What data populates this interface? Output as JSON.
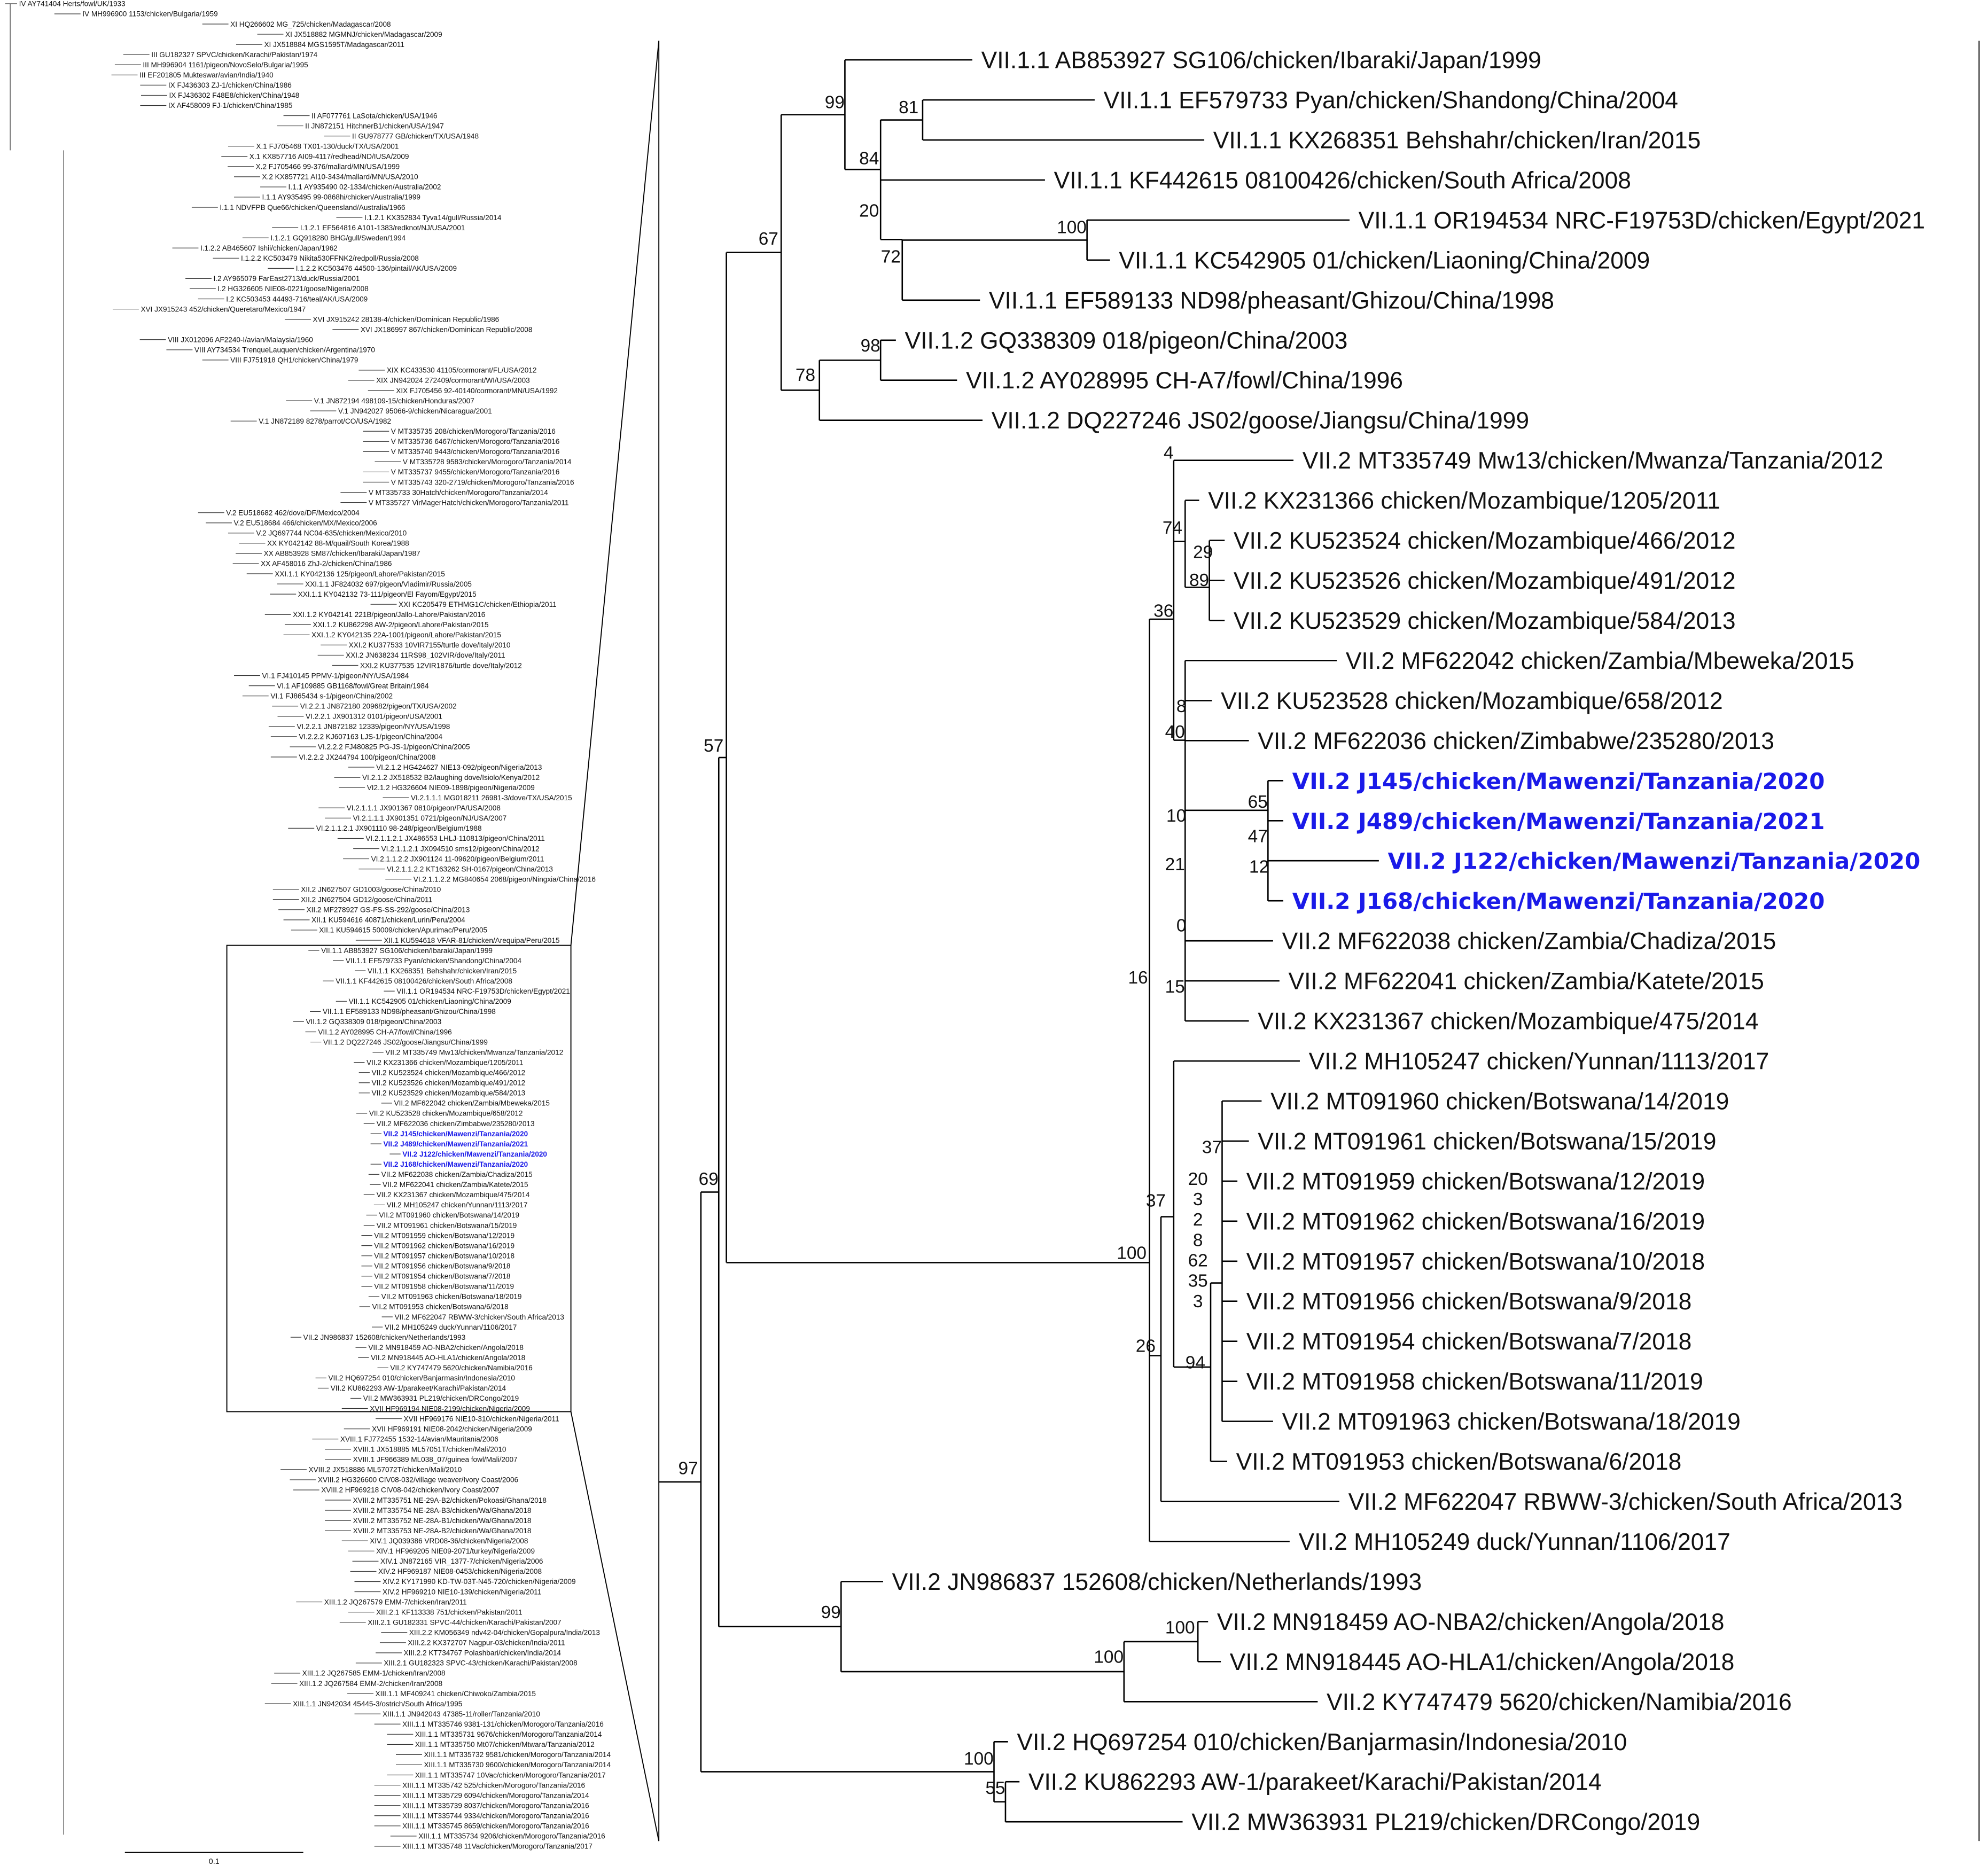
{
  "colors": {
    "highlight": "#1a1ae8",
    "branch": "#000000"
  },
  "right_panel": {
    "taxa": [
      {
        "label": "VII.1.1 AB853927 SG106/chicken/Ibaraki/Japan/1999",
        "highlight": false
      },
      {
        "label": "VII.1.1 EF579733 Pyan/chicken/Shandong/China/2004",
        "highlight": false
      },
      {
        "label": "VII.1.1 KX268351 Behshahr/chicken/Iran/2015",
        "highlight": false
      },
      {
        "label": "VII.1.1 KF442615 08100426/chicken/South Africa/2008",
        "highlight": false
      },
      {
        "label": "VII.1.1 OR194534 NRC-F19753D/chicken/Egypt/2021",
        "highlight": false
      },
      {
        "label": "VII.1.1 KC542905 01/chicken/Liaoning/China/2009",
        "highlight": false
      },
      {
        "label": "VII.1.1 EF589133 ND98/pheasant/Ghizou/China/1998",
        "highlight": false
      },
      {
        "label": "VII.1.2 GQ338309 018/pigeon/China/2003",
        "highlight": false
      },
      {
        "label": "VII.1.2 AY028995 CH-A7/fowl/China/1996",
        "highlight": false
      },
      {
        "label": "VII.1.2 DQ227246 JS02/goose/Jiangsu/China/1999",
        "highlight": false
      },
      {
        "label": "VII.2 MT335749 Mw13/chicken/Mwanza/Tanzania/2012",
        "highlight": false
      },
      {
        "label": "VII.2 KX231366 chicken/Mozambique/1205/2011",
        "highlight": false
      },
      {
        "label": "VII.2 KU523524 chicken/Mozambique/466/2012",
        "highlight": false
      },
      {
        "label": "VII.2 KU523526 chicken/Mozambique/491/2012",
        "highlight": false
      },
      {
        "label": "VII.2 KU523529 chicken/Mozambique/584/2013",
        "highlight": false
      },
      {
        "label": "VII.2 MF622042 chicken/Zambia/Mbeweka/2015",
        "highlight": false
      },
      {
        "label": "VII.2 KU523528 chicken/Mozambique/658/2012",
        "highlight": false
      },
      {
        "label": "VII.2 MF622036 chicken/Zimbabwe/235280/2013",
        "highlight": false
      },
      {
        "label": "VII.2 J145/chicken/Mawenzi/Tanzania/2020",
        "highlight": true
      },
      {
        "label": "VII.2 J489/chicken/Mawenzi/Tanzania/2021",
        "highlight": true
      },
      {
        "label": "VII.2 J122/chicken/Mawenzi/Tanzania/2020",
        "highlight": true
      },
      {
        "label": "VII.2 J168/chicken/Mawenzi/Tanzania/2020",
        "highlight": true
      },
      {
        "label": "VII.2 MF622038 chicken/Zambia/Chadiza/2015",
        "highlight": false
      },
      {
        "label": "VII.2 MF622041 chicken/Zambia/Katete/2015",
        "highlight": false
      },
      {
        "label": "VII.2 KX231367 chicken/Mozambique/475/2014",
        "highlight": false
      },
      {
        "label": "VII.2 MH105247 chicken/Yunnan/1113/2017",
        "highlight": false
      },
      {
        "label": "VII.2 MT091960 chicken/Botswana/14/2019",
        "highlight": false
      },
      {
        "label": "VII.2 MT091961 chicken/Botswana/15/2019",
        "highlight": false
      },
      {
        "label": "VII.2 MT091959 chicken/Botswana/12/2019",
        "highlight": false
      },
      {
        "label": "VII.2 MT091962 chicken/Botswana/16/2019",
        "highlight": false
      },
      {
        "label": "VII.2 MT091957 chicken/Botswana/10/2018",
        "highlight": false
      },
      {
        "label": "VII.2 MT091956 chicken/Botswana/9/2018",
        "highlight": false
      },
      {
        "label": "VII.2 MT091954 chicken/Botswana/7/2018",
        "highlight": false
      },
      {
        "label": "VII.2 MT091958 chicken/Botswana/11/2019",
        "highlight": false
      },
      {
        "label": "VII.2 MT091963 chicken/Botswana/18/2019",
        "highlight": false
      },
      {
        "label": "VII.2 MT091953 chicken/Botswana/6/2018",
        "highlight": false
      },
      {
        "label": "VII.2 MF622047 RBWW-3/chicken/South Africa/2013",
        "highlight": false
      },
      {
        "label": "VII.2 MH105249 duck/Yunnan/1106/2017",
        "highlight": false
      },
      {
        "label": "VII.2 JN986837 152608/chicken/Netherlands/1993",
        "highlight": false
      },
      {
        "label": "VII.2 MN918459 AO-NBA2/chicken/Angola/2018",
        "highlight": false
      },
      {
        "label": "VII.2 MN918445 AO-HLA1/chicken/Angola/2018",
        "highlight": false
      },
      {
        "label": "VII.2 KY747479 5620/chicken/Namibia/2016",
        "highlight": false
      },
      {
        "label": "VII.2 HQ697254 010/chicken/Banjarmasin/Indonesia/2010",
        "highlight": false
      },
      {
        "label": "VII.2 KU862293 AW-1/parakeet/Karachi/Pakistan/2014",
        "highlight": false
      },
      {
        "label": "VII.2 MW363931 PL219/chicken/DRCongo/2019",
        "highlight": false
      }
    ],
    "support_values": [
      "99",
      "81",
      "84",
      "20",
      "72",
      "100",
      "67",
      "98",
      "78",
      "57",
      "4",
      "74",
      "29",
      "89",
      "36",
      "8",
      "40",
      "10",
      "65",
      "47",
      "12",
      "21",
      "0",
      "15",
      "16",
      "37",
      "37",
      "20",
      "3",
      "2",
      "8",
      "62",
      "35",
      "3",
      "100",
      "26",
      "94",
      "69",
      "97",
      "99",
      "100",
      "100",
      "100",
      "55"
    ]
  },
  "left_panel": {
    "scale_bar": "0.1",
    "taxa": [
      "IV AY741404 Herts/fowl/UK/1933",
      "IV MH996900 1153/chicken/Bulgaria/1959",
      "XI HQ266602 MG_725/chicken/Madagascar/2008",
      "XI JX518882 MGMNJ/chicken/Madagascar/2009",
      "XI JX518884 MGS1595T/Madagascar/2011",
      "III GU182327 SPVC/chicken/Karachi/Pakistan/1974",
      "III MH996904 1161/pigeon/NovoSelo/Bulgaria/1995",
      "III EF201805 Mukteswar/avian/India/1940",
      "IX FJ436303 ZJ-1/chicken/China/1986",
      "IX FJ436302 F48E8/chicken/China/1948",
      "IX AF458009 FJ-1/chicken/China/1985",
      "II AF077761 LaSota/chicken/USA/1946",
      "II JN872151 HitchnerB1/chicken/USA/1947",
      "II GU978777 GB/chicken/TX/USA/1948",
      "X.1 FJ705468 TX01-130/duck/TX/USA/2001",
      "X.1 KX857716 AI09-4117/redhead/ND/IUSA/2009",
      "X.2 FJ705466 99-376/mallard/MN/USA/1999",
      "X.2 KX857721 AI10-3434/mallard/MN/USA/2010",
      "I.1.1 AY935490 02-1334/chicken/Australia/2002",
      "I.1.1 AY935495 99-0868hi/chicken/Australia/1999",
      "I.1.1 NDVFPB Que66/chicken/Queensland/Australia/1966",
      "I.1.2.1 KX352834 Tyva14/gull/Russia/2014",
      "I.1.2.1 EF564816 A101-1383/redknot/NJ/USA/2001",
      "I.1.2.1 GQ918280 BHG/gull/Sweden/1994",
      "I.1.2.2 AB465607 Ishii/chicken/Japan/1962",
      "I.1.2.2 KC503479 Nikita530FFNK2/redpoll/Russia/2008",
      "I.1.2.2 KC503476 44500-136/pintail/AK/USA/2009",
      "I.2 AY965079 FarEast2713/duck/Russia/2001",
      "I.2 HG326605 NIE08-0221/goose/Nigeria/2008",
      "I.2 KC503453 44493-716/teal/AK/USA/2009",
      "XVI JX915243 452/chicken/Queretaro/Mexico/1947",
      "XVI JX915242 28138-4/chicken/Dominican Republic/1986",
      "XVI JX186997 867/chicken/Dominican Republic/2008",
      "VIII JX012096 AF2240-I/avian/Malaysia/1960",
      "VIII AY734534 TrenqueLauquen/chicken/Argentina/1970",
      "VIII FJ751918 QH1/chicken/China/1979",
      "XIX KC433530 41105/cormorant/FL/USA/2012",
      "XIX JN942024 272409/cormorant/WI/USA/2003",
      "XIX FJ705456 92-40140/cormorant/MN/USA/1992",
      "V.1 JN872194 498109-15/chicken/Honduras/2007",
      "V.1 JN942027 95066-9/chicken/Nicaragua/2001",
      "V.1 JN872189 8278/parrot/CO/USA/1982",
      "V MT335735 208/chicken/Morogoro/Tanzania/2016",
      "V MT335736 6467/chicken/Morogoro/Tanzania/2016",
      "V MT335740 9443/chicken/Morogoro/Tanzania/2016",
      "V MT335728 9583/chicken/Morogoro/Tanzania/2014",
      "V MT335737 9455/chicken/Morogoro/Tanzania/2016",
      "V MT335743 320-2719/chicken/Morogoro/Tanzania/2016",
      "V MT335733 30Hatch/chicken/Morogoro/Tanzania/2014",
      "V MT335727 VirMagerHatch/chicken/Morogoro/Tanzania/2011",
      "V.2 EU518682 462/dove/DF/Mexico/2004",
      "V.2 EU518684 466/chicken/MX/Mexico/2006",
      "V.2 JQ697744 NC04-635/chicken/Mexico/2010",
      "XX KY042142 88-M/quail/South Korea/1988",
      "XX AB853928 SM87/chicken/Ibaraki/Japan/1987",
      "XX AF458016 ZhJ-2/chicken/China/1986",
      "XXI.1.1 KY042136 125/pigeon/Lahore/Pakistan/2015",
      "XXI.1.1 JF824032 697/pigeon/Vladimir/Russia/2005",
      "XXI.1.1 KY042132 73-111/pigeon/El Fayom/Egypt/2015",
      "XXI KC205479 ETHMG1C/chicken/Ethiopia/2011",
      "XXI.1.2 KY042141 221B/pigeon/Jallo-Lahore/Pakistan/2016",
      "XXI.1.2 KU862298 AW-2/pigeon/Lahore/Pakistan/2015",
      "XXI.1.2 KY042135 22A-1001/pigeon/Lahore/Pakistan/2015",
      "XXI.2 KU377533 10VIR7155/turtle dove/Italy/2010",
      "XXI.2 JN638234 11RS98_102VIR/dove/Italy/2011",
      "XXI.2 KU377535 12VIR1876/turtle dove/Italy/2012",
      "VI.1 FJ410145 PPMV-1/pigeon/NY/USA/1984",
      "VI.1 AF109885 GB1168/fowl/Great Britain/1984",
      "VI.1 FJ865434 s-1/pigeon/China/2002",
      "VI.2.2.1 JN872180 209682/pigeon/TX/USA/2002",
      "VI.2.2.1 JX901312 0101/pigeon/USA/2001",
      "VI.2.2.1 JN872182 12339/pigeon/NY/USA/1998",
      "VI.2.2.2 KJ607163 LJS-1/pigeon/China/2004",
      "VI.2.2.2 FJ480825 PG-JS-1/pigeon/China/2005",
      "VI.2.2.2 JX244794 100/pigeon/China/2008",
      "VI.2.1.2 HG424627 NIE13-092/pigeon/Nigeria/2013",
      "VI.2.1.2 JX518532 B2/laughing dove/Isiolo/Kenya/2012",
      "VI2.1.2 HG326604 NIE09-1898/pigeon/Nigeria/2009",
      "VI.2.1.1.1 MG018211 26981-3/dove/TX/USA/2015",
      "VI.2.1.1.1 JX901367 0810/pigeon/PA/USA/2008",
      "VI.2.1.1.1 JX901351 0721/pigeon/NJ/USA/2007",
      "VI.2.1.1.2.1 JX901110 98-248/pigeon/Belgium/1988",
      "VI.2.1.1.2.1 JX486553 LHLJ-110813/pigeon/China/2011",
      "VI.2.1.1.2.1 JX094510 sms12/pigeon/China/2012",
      "VI.2.1.1.2.2 JX901124 11-09620/pigeon/Belgium/2011",
      "VI.2.1.1.2.2 KT163262 SH-0167/pigeon/China/2013",
      "VI.2.1.1.2.2 MG840654 2068/pigeon/Ningxia/China/2016",
      "XII.2 JN627507 GD1003/goose/China/2010",
      "XII.2 JN627504 GD12/goose/China/2011",
      "XII.2 MF278927 GS-FS-SS-292/goose/China/2013",
      "XII.1 KU594616 40871/chicken/Lurin/Peru/2004",
      "XII.1 KU594615 50009/chicken/Apurimac/Peru/2005",
      "XII.1 KU594618 VFAR-81/chicken/Arequipa/Peru/2015",
      "XVII HF969194 NIE08-2199/chicken/Nigeria/2009",
      "XVII HF969176 NIE10-310/chicken/Nigeria/2011",
      "XVII HF969191 NIE08-2042/chicken/Nigeria/2009",
      "XVIII.1 FJ772455 1532-14/avian/Mauritania/2006",
      "XVIII.1 JX518885 ML57051T/chicken/Mali/2010",
      "XVIII.1 JF966389 ML038_07/guinea fowl/Mali/2007",
      "XVIII.2 JX518886 ML57072T/chicken/Mali/2010",
      "XVIII.2 HG326600 CIV08-032/village weaver/Ivory Coast/2006",
      "XVIII.2 HF969218 CIV08-042/chicken/Ivory Coast/2007",
      "XVIII.2 MT335751 NE-29A-B2/chicken/Pokoasi/Ghana/2018",
      "XVIII.2 MT335754 NE-28A-B3/chicken/Wa/Ghana/2018",
      "XVIII.2 MT335752 NE-28A-B1/chicken/Wa/Ghana/2018",
      "XVIII.2 MT335753 NE-28A-B2/chicken/Wa/Ghana/2018",
      "XIV.1 JQ039386 VRD08-36/chicken/Nigeria/2008",
      "XIV.1 HF969205 NIE09-2071/turkey/Nigeria/2009",
      "XIV.1 JN872165 VIR_1377-7/chicken/Nigeria/2006",
      "XIV.2 HF969187 NIE08-0453/chicken/Nigeria/2008",
      "XIV.2 KY171990 KD-TW-03T-N45-720/chicken/Nigeria/2009",
      "XIV.2 HF969210 NIE10-139/chicken/Nigeria/2011",
      "XIII.1.2 JQ267579 EMM-7/chicken/Iran/2011",
      "XIII.2.1 KF113338 751/chicken/Pakistan/2011",
      "XIII.2.1 GU182331 SPVC-44/chicken/Karachi/Pakistan/2007",
      "XIII.2.2 KM056349 ndv42-04/chicken/Gopalpura/India/2013",
      "XIII.2.2 KX372707 Nagpur-03/chicken/India/2011",
      "XIII.2.2 KT734767 Polashbari/chicken/India/2014",
      "XIII.2.1 GU182323 SPVC-43/chicken/Karachi/Pakistan/2008",
      "XIII.1.2 JQ267585 EMM-1/chicken/Iran/2008",
      "XIII.1.2 JQ267584 EMM-2/chicken/Iran/2008",
      "XIII.1.1 MF409241 chicken/Chiwoko/Zambia/2015",
      "XIII.1.1 JN942034 45445-3/ostrich/South Africa/1995",
      "XIII.1.1 JN942043 47385-11/roller/Tanzania/2010",
      "XIII.1.1 MT335746 9381-131/chicken/Morogoro/Tanzania/2016",
      "XIII.1.1 MT335731 9676/chicken/Morogoro/Tanzania/2014",
      "XIII.1.1 MT335750 Mt07/chicken/Mtwara/Tanzania/2012",
      "XIII.1.1 MT335732 9581/chicken/Morogoro/Tanzania/2014",
      "XIII.1.1 MT335730 9600/chicken/Morogoro/Tanzania/2014",
      "XIII.1.1 MT335747 10Vac/chicken/Morogoro/Tanzania/2017",
      "XIII.1.1 MT335742 525/chicken/Morogoro/Tanzania/2016",
      "XIII.1.1 MT335729 6094/chicken/Morogoro/Tanzania/2014",
      "XIII.1.1 MT335739 8037/chicken/Morogoro/Tanzania/2016",
      "XIII.1.1 MT335744 9334/chicken/Morogoro/Tanzania/2016",
      "XIII.1.1 MT335745 8659/chicken/Morogoro/Tanzania/2016",
      "XIII.1.1 MT335734 9206/chicken/Morogoro/Tanzania/2016",
      "XIII.1.1 MT335748 11Vac/chicken/Morogoro/Tanzania/2017"
    ]
  }
}
